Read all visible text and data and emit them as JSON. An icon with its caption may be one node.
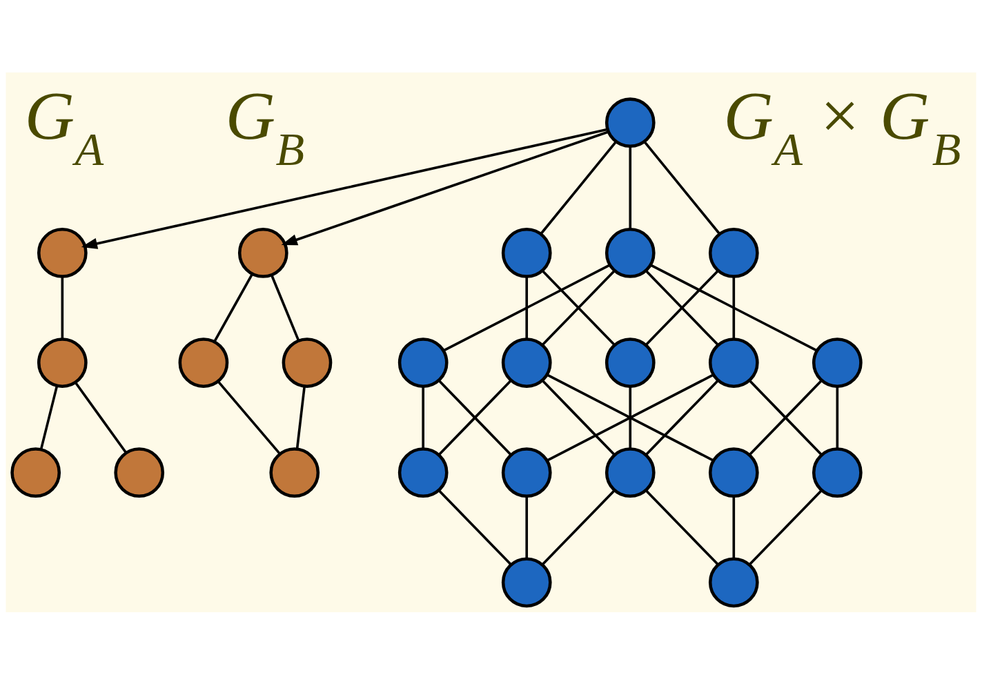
{
  "diagram": {
    "nodes": [
      {
        "text": [],
        "shape": "circle"
      },
      {
        "text": [],
        "shape": "circle"
      },
      {
        "text": [],
        "shape": "circle"
      },
      {
        "text": [],
        "shape": "circle"
      },
      {
        "text": [],
        "shape": "circle"
      },
      {
        "text": [],
        "shape": "circle"
      },
      {
        "text": [],
        "shape": "circle"
      },
      {
        "text": [],
        "shape": "circle"
      },
      {
        "text": [],
        "shape": "circle"
      },
      {
        "text": [],
        "shape": "circle"
      },
      {
        "text": [],
        "shape": "circle"
      },
      {
        "text": [],
        "shape": "circle"
      },
      {
        "text": [],
        "shape": "circle"
      },
      {
        "text": [],
        "shape": "circle"
      },
      {
        "text": [],
        "shape": "circle"
      },
      {
        "text": [],
        "shape": "circle"
      },
      {
        "text": [],
        "shape": "circle"
      },
      {
        "text": [],
        "shape": "circle"
      },
      {
        "text": [],
        "shape": "circle"
      },
      {
        "text": [],
        "shape": "circle"
      },
      {
        "text": [],
        "shape": "circle"
      },
      {
        "text": [],
        "shape": "circle"
      },
      {
        "text": [],
        "shape": "circle"
      },
      {
        "text": [],
        "shape": "circle"
      }
    ],
    "edges": [
      {
        "from": 0,
        "to": 1,
        "arrow": "none"
      },
      {
        "from": 1,
        "to": 2,
        "arrow": "none"
      },
      {
        "from": 1,
        "to": 3,
        "arrow": "none"
      },
      {
        "from": 4,
        "to": 5,
        "arrow": "none"
      },
      {
        "from": 4,
        "to": 6,
        "arrow": "none"
      },
      {
        "from": 5,
        "to": 7,
        "arrow": "none"
      },
      {
        "from": 6,
        "to": 7,
        "arrow": "none"
      },
      {
        "from": 8,
        "to": 0,
        "arrow": "to"
      },
      {
        "from": 8,
        "to": 4,
        "arrow": "to"
      },
      {
        "from": 8,
        "to": 9,
        "arrow": "none"
      },
      {
        "from": 8,
        "to": 10,
        "arrow": "none"
      },
      {
        "from": 9,
        "to": 11,
        "arrow": "none"
      },
      {
        "from": 10,
        "to": 11,
        "arrow": "none"
      },
      {
        "from": 8,
        "to": 12,
        "arrow": "none"
      },
      {
        "from": 9,
        "to": 13,
        "arrow": "none"
      },
      {
        "from": 10,
        "to": 14,
        "arrow": "none"
      },
      {
        "from": 11,
        "to": 15,
        "arrow": "none"
      },
      {
        "from": 12,
        "to": 13,
        "arrow": "none"
      },
      {
        "from": 12,
        "to": 14,
        "arrow": "none"
      },
      {
        "from": 13,
        "to": 15,
        "arrow": "none"
      },
      {
        "from": 14,
        "to": 15,
        "arrow": "none"
      },
      {
        "from": 12,
        "to": 16,
        "arrow": "none"
      },
      {
        "from": 13,
        "to": 17,
        "arrow": "none"
      },
      {
        "from": 14,
        "to": 18,
        "arrow": "none"
      },
      {
        "from": 15,
        "to": 19,
        "arrow": "none"
      },
      {
        "from": 12,
        "to": 20,
        "arrow": "none"
      },
      {
        "from": 13,
        "to": 21,
        "arrow": "none"
      },
      {
        "from": 14,
        "to": 22,
        "arrow": "none"
      },
      {
        "from": 15,
        "to": 23,
        "arrow": "none"
      },
      {
        "from": 16,
        "to": 17,
        "arrow": "none"
      },
      {
        "from": 16,
        "to": 18,
        "arrow": "none"
      },
      {
        "from": 17,
        "to": 19,
        "arrow": "none"
      },
      {
        "from": 18,
        "to": 19,
        "arrow": "none"
      },
      {
        "from": 20,
        "to": 21,
        "arrow": "none"
      },
      {
        "from": 20,
        "to": 22,
        "arrow": "none"
      },
      {
        "from": 21,
        "to": 23,
        "arrow": "none"
      },
      {
        "from": 22,
        "to": 23,
        "arrow": "none"
      }
    ],
    "labels": [
      "G$_{A}$ × G$_{B}$",
      "G$_{A}$",
      "G$_{B}$"
    ]
  }
}
